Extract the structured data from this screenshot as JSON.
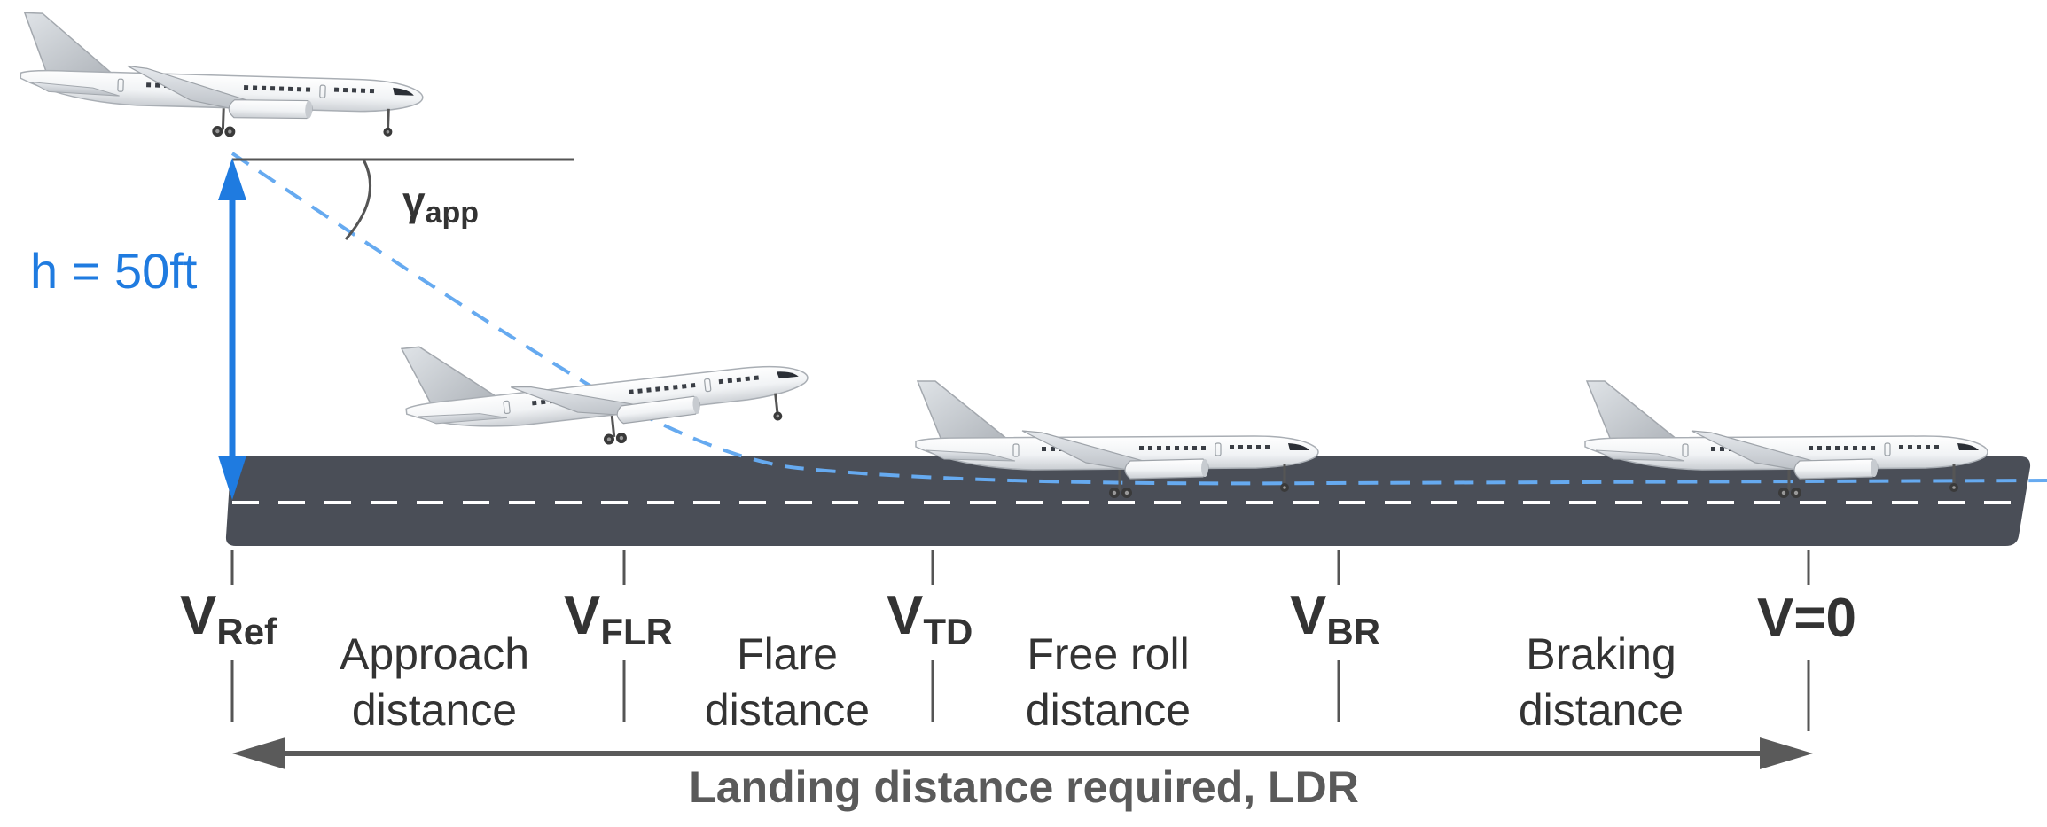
{
  "height_label": "h = 50ft",
  "gamma": {
    "symbol": "γ",
    "subscript": "app"
  },
  "speeds": [
    {
      "id": "vref",
      "main": "V",
      "sub": "Ref"
    },
    {
      "id": "vflr",
      "main": "V",
      "sub": "FLR"
    },
    {
      "id": "vtd",
      "main": "V",
      "sub": "TD"
    },
    {
      "id": "vbr",
      "main": "V",
      "sub": "BR"
    },
    {
      "id": "v0",
      "main": "V=0",
      "sub": ""
    }
  ],
  "segments": [
    {
      "id": "approach",
      "line1": "Approach",
      "line2": "distance"
    },
    {
      "id": "flare",
      "line1": "Flare",
      "line2": "distance"
    },
    {
      "id": "freeroll",
      "line1": "Free roll",
      "line2": "distance"
    },
    {
      "id": "braking",
      "line1": "Braking",
      "line2": "distance"
    }
  ],
  "total_label": "Landing distance required, LDR",
  "colors": {
    "blue": "#1f7be0",
    "path": "#66aaf0",
    "runway": "#4a4e57",
    "text": "#333333",
    "gray": "#5a5a5a"
  }
}
